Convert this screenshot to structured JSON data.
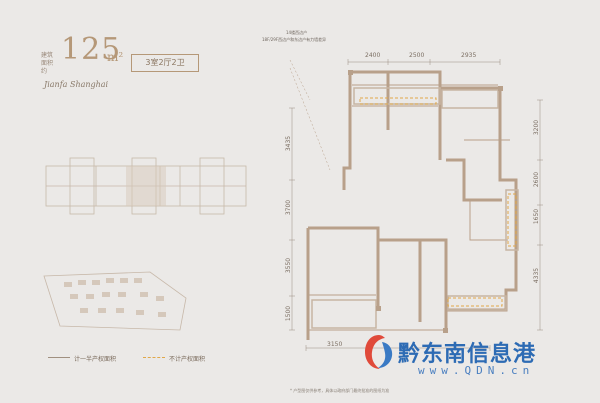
{
  "unit": {
    "area_label": "建筑面积约",
    "area_value": "125",
    "area_unit": "m²",
    "layout": "3室2厅2卫",
    "brand": "Jianfa Shanghai"
  },
  "legend": {
    "included_area": "计一半产权面积",
    "excluded_area": "不计产权面积"
  },
  "callout": {
    "line1": "14楼西边户",
    "line2": "18F/29F西边户和东边户有力墙差异"
  },
  "dimensions": {
    "top": [
      "2400",
      "2500",
      "2935"
    ],
    "left": [
      "3435",
      "3700",
      "3550",
      "1500"
    ],
    "right": [
      "3200",
      "2600",
      "1650",
      "4335"
    ],
    "bottom": [
      "3150"
    ]
  },
  "watermark": {
    "name": "黔东南信息港",
    "url": "www.QDN.cn"
  },
  "footnote": "* 户型图仅供参考，具体以政府部门最终批准的图纸为准",
  "colors": {
    "background": "#ebe9e7",
    "accent": "#b59878",
    "wall": "#b8a08a",
    "highlight": "#e0a84a"
  }
}
